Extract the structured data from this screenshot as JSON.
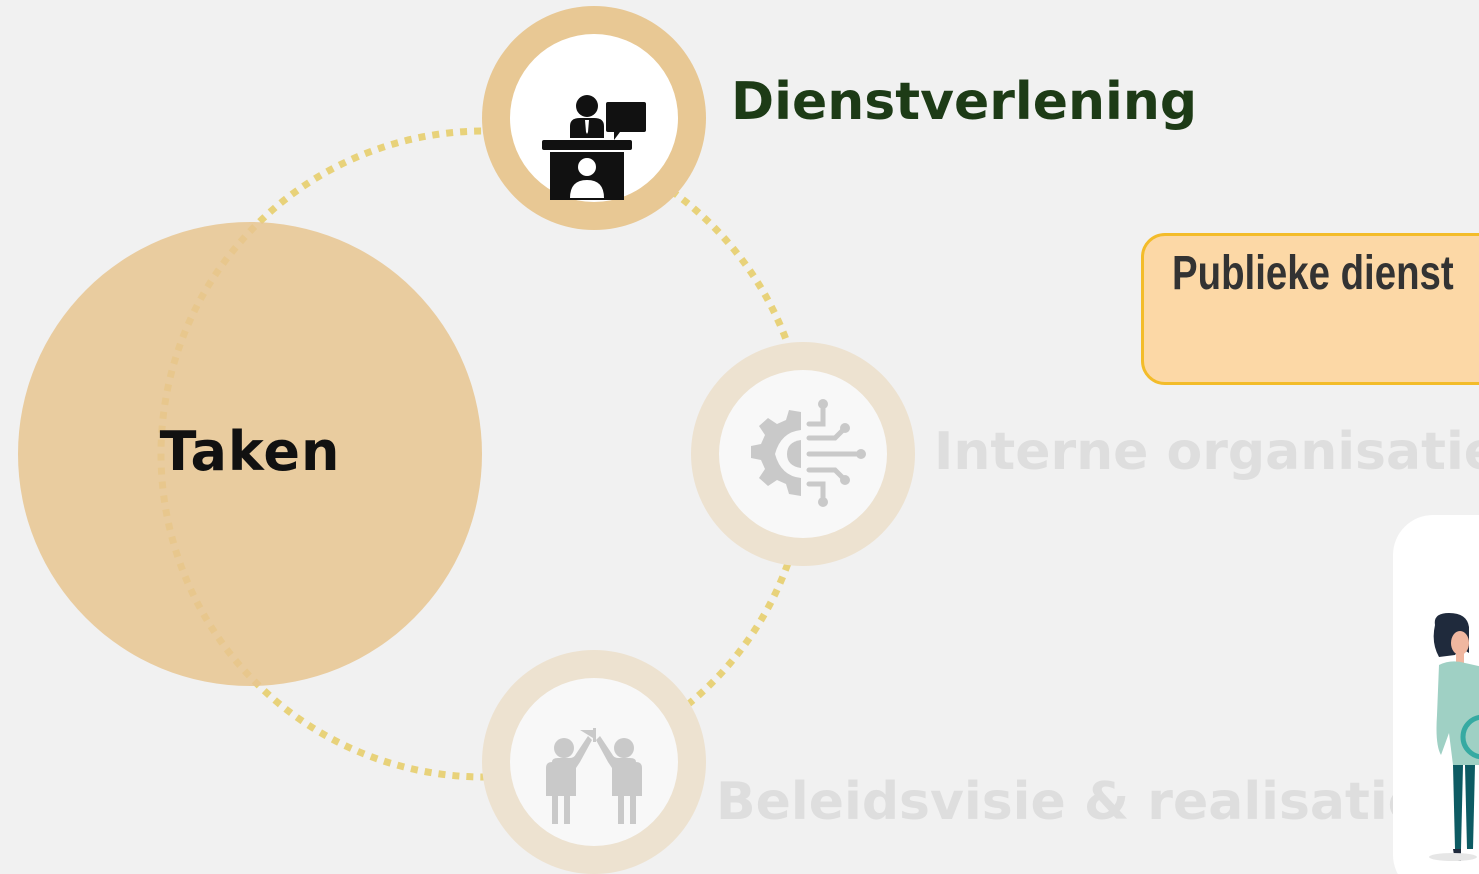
{
  "center": {
    "label": "Taken"
  },
  "nodes": [
    {
      "label": "Dienstverlening",
      "icon": "service-desk-icon",
      "state": "active"
    },
    {
      "label": "Interne organisatie",
      "icon": "gear-circuit-icon",
      "state": "faded"
    },
    {
      "label": "Beleidsvisie & realisatie",
      "icon": "team-flag-icon",
      "state": "faded"
    }
  ],
  "callout": {
    "text": "Publieke dienst"
  },
  "illustration": {
    "icon": "woman-with-globe-icon"
  },
  "colors": {
    "background": "#f1f1f1",
    "big_circle": "#e8c894",
    "ring_dots": "#e8d27a",
    "active_label": "#1d3b16",
    "faded_label": "#dedede",
    "callout_fill": "#fcd8a6",
    "callout_border": "#f3bc2a"
  }
}
